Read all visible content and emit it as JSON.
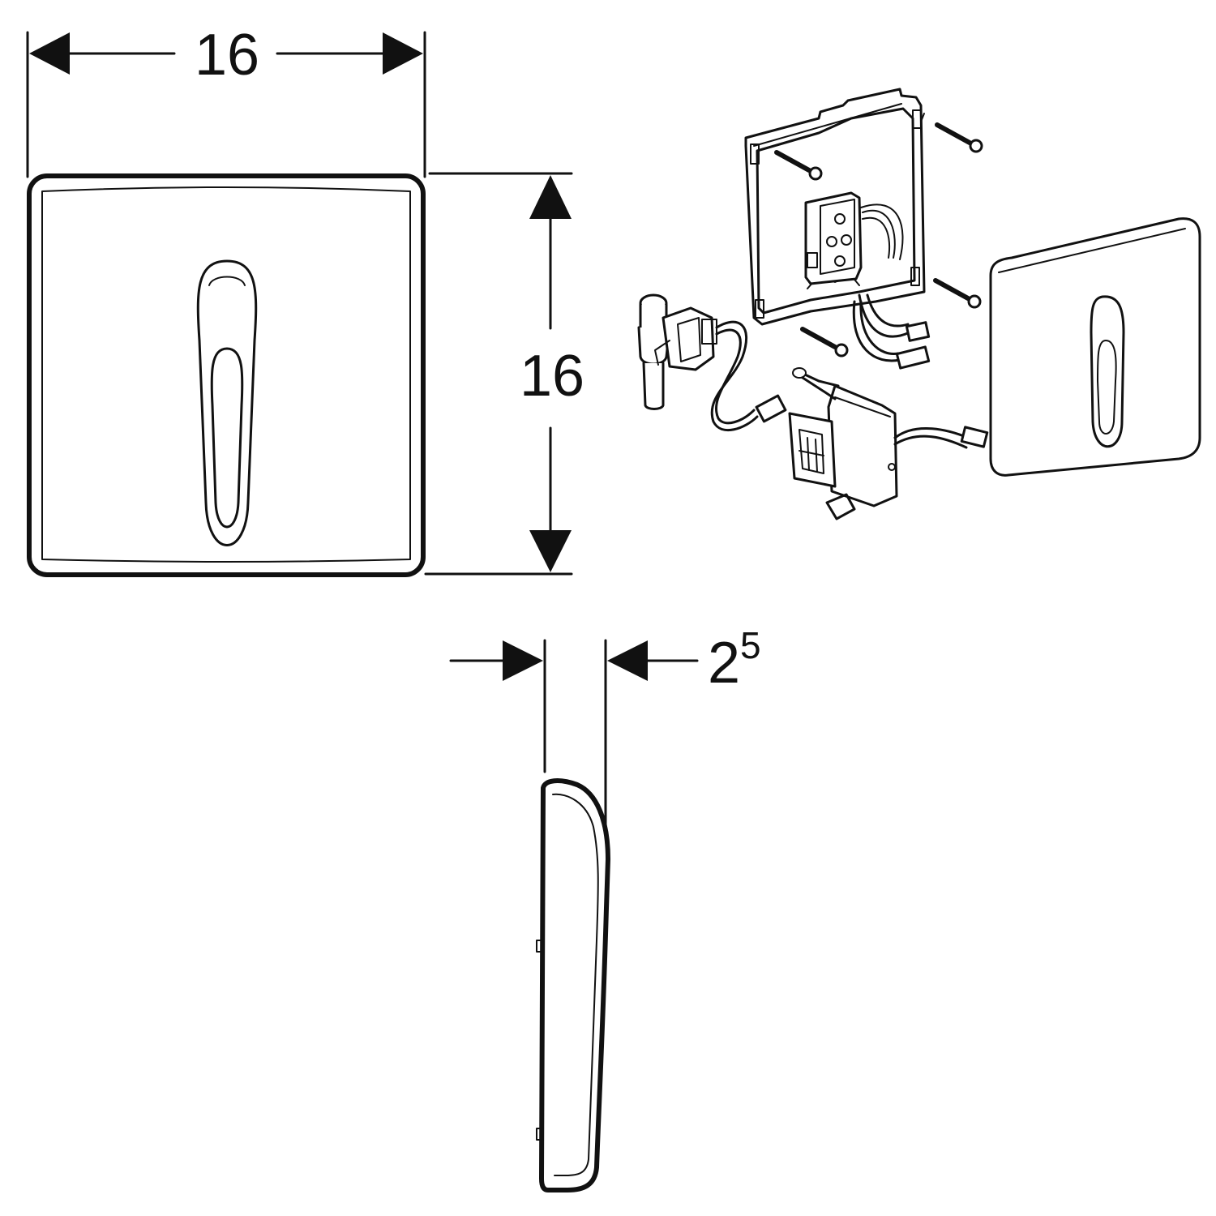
{
  "dimensions": {
    "width_label": "16",
    "height_label": "16",
    "depth_base": "2",
    "depth_superscript": "5"
  },
  "colors": {
    "line": "#111111",
    "background": "#ffffff"
  }
}
